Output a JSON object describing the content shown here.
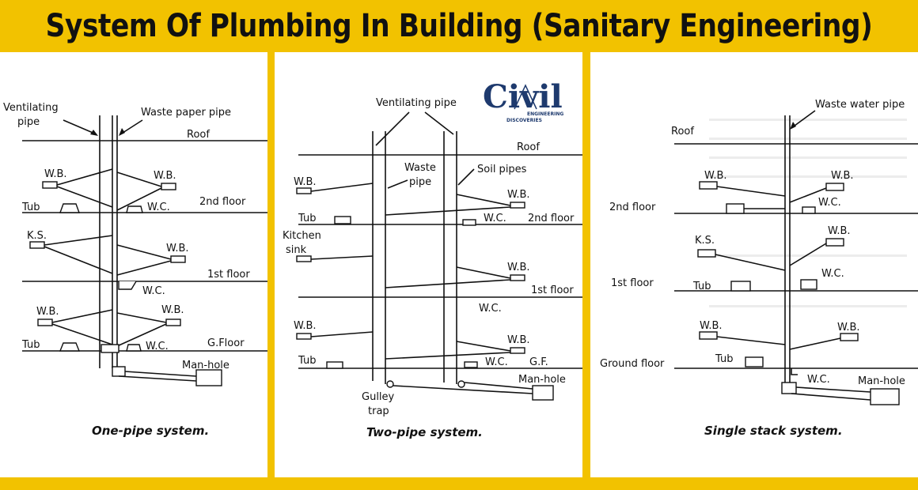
{
  "title": "System Of Plumbing In Building (Sanitary Engineering)",
  "logo": {
    "word": "Civil",
    "sub1": "ENGINEERING",
    "sub2": "DISCOVERIES"
  },
  "colors": {
    "banner": "#f2c200",
    "panel": "#ffffff",
    "ink": "#111111",
    "logo_blue": "#1e3a6e"
  },
  "panels": [
    {
      "caption": "One-pipe system.",
      "labels": {
        "vent": "Ventilating",
        "vent2": "pipe",
        "waste": "Waste paper pipe",
        "roof": "Roof",
        "wb": "W.B.",
        "tub": "Tub",
        "wc": "W.C.",
        "f2": "2nd floor",
        "ks": "K.S.",
        "f1": "1st floor",
        "g": "G.Floor",
        "manhole": "Man-hole"
      }
    },
    {
      "caption": "Two-pipe system.",
      "labels": {
        "vent": "Ventilating pipe",
        "roof": "Roof",
        "waste": "Waste",
        "waste2": "pipe",
        "soil": "Soil pipes",
        "wb": "W.B.",
        "tub": "Tub",
        "wc": "W.C.",
        "f2": "2nd floor",
        "kitchen": "Kitchen",
        "sink": "sink",
        "f1": "1st floor",
        "gf": "G.F.",
        "manhole": "Man-hole",
        "gulley": "Gulley",
        "trap": "trap"
      }
    },
    {
      "caption": "Single stack system.",
      "labels": {
        "waste": "Waste water pipe",
        "roof": "Roof",
        "wb": "W.B.",
        "f2": "2nd floor",
        "wc": "W.C.",
        "ks": "K.S.",
        "f1": "1st floor",
        "tub": "Tub",
        "ground": "Ground floor",
        "manhole": "Man-hole"
      }
    }
  ]
}
